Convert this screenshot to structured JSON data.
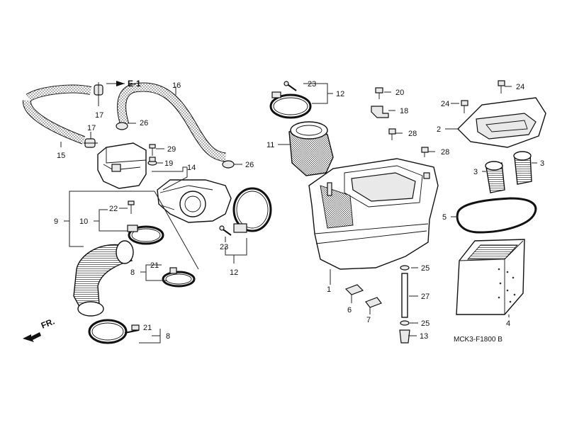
{
  "diagram": {
    "ref_label": "E-1",
    "direction_label": "FR.",
    "drawing_code": "MCK3-F1800 B",
    "callouts": {
      "c1": "1",
      "c2": "2",
      "c3a": "3",
      "c3b": "3",
      "c4": "4",
      "c5": "5",
      "c6": "6",
      "c7": "7",
      "c8a": "8",
      "c8b": "8",
      "c9": "9",
      "c10": "10",
      "c11": "11",
      "c12a": "12",
      "c12b": "12",
      "c13": "13",
      "c14": "14",
      "c15": "15",
      "c16": "16",
      "c17a": "17",
      "c17b": "17",
      "c18": "18",
      "c19": "19",
      "c20": "20",
      "c21a": "21",
      "c21b": "21",
      "c22": "22",
      "c23a": "23",
      "c23b": "23",
      "c24a": "24",
      "c24b": "24",
      "c25a": "25",
      "c25b": "25",
      "c26a": "26",
      "c26b": "26",
      "c27": "27",
      "c28a": "28",
      "c28b": "28",
      "c29": "29"
    }
  }
}
